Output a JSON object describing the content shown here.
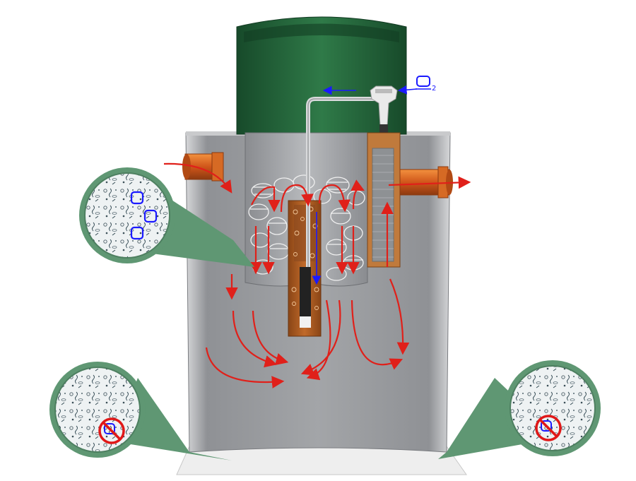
{
  "labels": {
    "oxygen_main": "O",
    "oxygen_sub": "2",
    "bubble_o2_text": "O2"
  },
  "colors": {
    "lid_green": "#1f5a34",
    "lid_green_light": "#2f7a48",
    "tank_gray": "#8e9094",
    "tank_gray_light": "#b9bbbe",
    "pipe_orange": "#e06a1a",
    "pipe_brown": "#a85a22",
    "flow_red": "#e0201a",
    "oxygen_blue": "#1a1aff",
    "callout_green": "#5f9773",
    "no_symbol_red": "#e01818"
  },
  "icons": {
    "aerobic_callout": "microorganisms-with-oxygen-icon",
    "anaerobic_callout": "microorganisms-no-oxygen-icon"
  }
}
